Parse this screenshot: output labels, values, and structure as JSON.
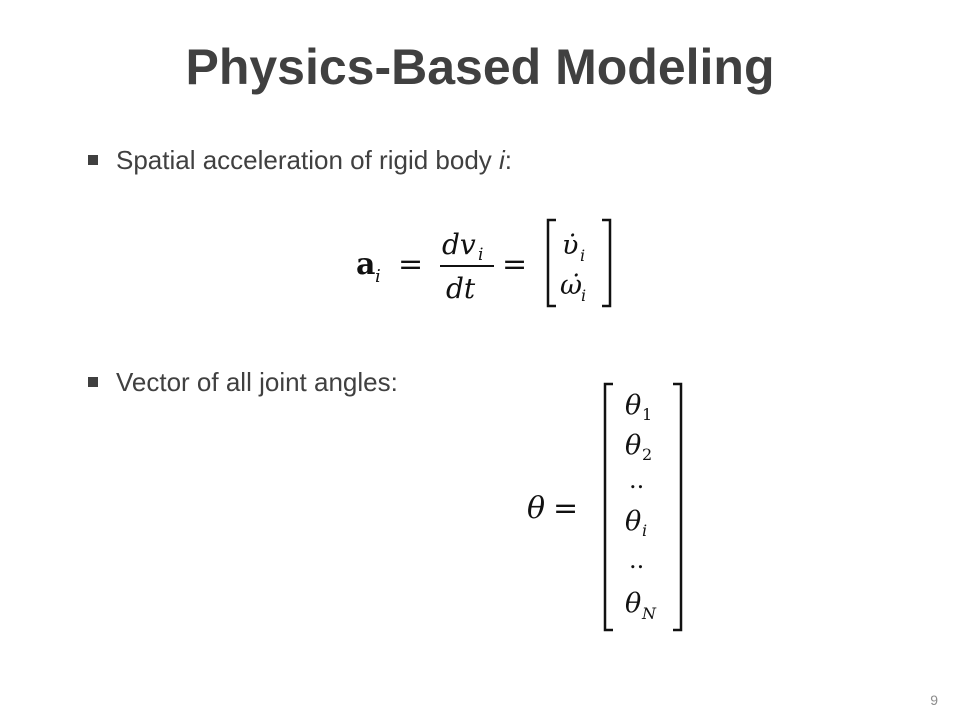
{
  "slide": {
    "title": "Physics-Based Modeling",
    "page_number": "9"
  },
  "bullets": [
    {
      "prefix": "Spatial acceleration of rigid body ",
      "italic": "i",
      "suffix": ":"
    },
    {
      "text": "Vector of all joint angles:"
    }
  ],
  "equation1": {
    "lhs": "a",
    "lhs_sub": "i",
    "equals": "=",
    "numerator": "dv",
    "numerator_sub": "i",
    "denominator": "dt",
    "vector": [
      {
        "symbol": "υ̇",
        "sub": "i"
      },
      {
        "symbol": "ω̇",
        "sub": "i"
      }
    ]
  },
  "equation2": {
    "lhs": "θ",
    "equals": "=",
    "vector": [
      {
        "symbol": "θ",
        "sub": "1"
      },
      {
        "symbol": "θ",
        "sub": "2"
      },
      {
        "symbol": "..",
        "sub": ""
      },
      {
        "symbol": "θ",
        "sub": "i"
      },
      {
        "symbol": "..",
        "sub": ""
      },
      {
        "symbol": "θ",
        "sub": "N"
      }
    ]
  }
}
